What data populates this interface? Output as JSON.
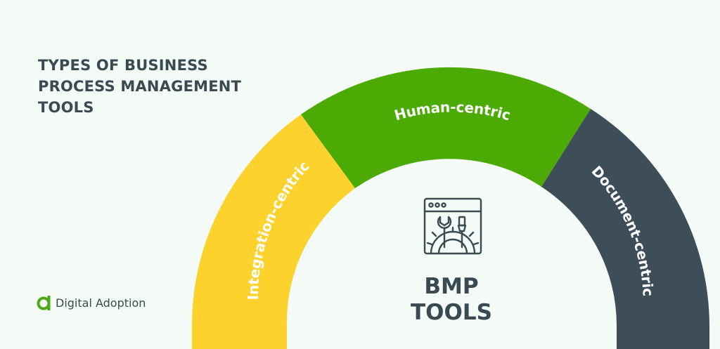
{
  "header": {
    "title_lines": [
      "TYPES OF BUSINESS",
      "PROCESS MANAGEMENT",
      "TOOLS"
    ]
  },
  "brand": {
    "name": "Digital Adoption",
    "logo_icon": "digital-adoption-logo-icon",
    "logo_color": "#4caa1a"
  },
  "diagram": {
    "center": {
      "icon": "browser-tools-gear-icon",
      "lines": [
        "BMP",
        "TOOLS"
      ]
    },
    "segments": [
      {
        "label": "Integration-centric",
        "color": "#fdd22d"
      },
      {
        "label": "Human-centric",
        "color": "#4caa05"
      },
      {
        "label": "Document-centric",
        "color": "#3d4e58"
      }
    ],
    "text_color": "#3a4a52"
  }
}
